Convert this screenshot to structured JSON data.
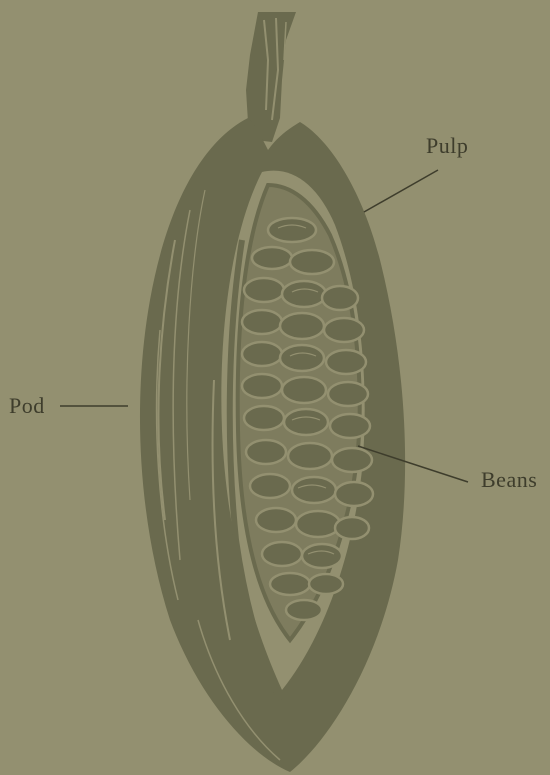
{
  "diagram": {
    "labels": {
      "pulp": "Pulp",
      "pod": "Pod",
      "beans": "Beans"
    }
  },
  "colors": {
    "background": "#939070",
    "ink": "#6a6a4e",
    "ink_light": "#7e7c5e",
    "label_text": "#3e3d2c",
    "leader_line": "#3e3d2c"
  },
  "icons": {
    "illustration": "cocoa-pod-cross-section"
  }
}
